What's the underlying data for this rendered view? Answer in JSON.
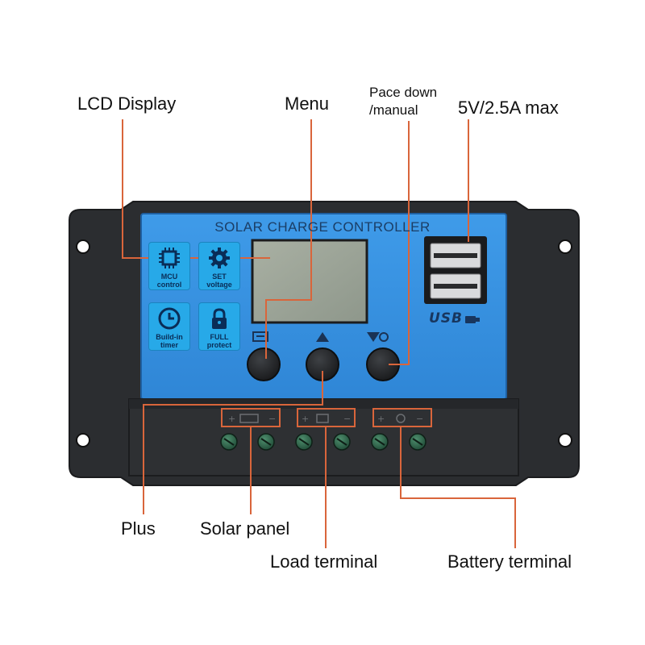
{
  "device": {
    "panel_title": "SOLAR CHARGE CONTROLLER",
    "usb_logo": "USB",
    "badges": [
      {
        "icon": "chip-icon",
        "line1": "MCU",
        "line2": "control"
      },
      {
        "icon": "gear-icon",
        "line1": "SET",
        "line2": "voltage"
      },
      {
        "icon": "clock-icon",
        "line1": "Build-in",
        "line2": "timer"
      },
      {
        "icon": "lock-icon",
        "line1": "FULL",
        "line2": "protect"
      }
    ],
    "buttons": [
      "menu-button",
      "up-button",
      "down-manual-button"
    ],
    "colors": {
      "body": "#2b2d30",
      "face": "#3a8fe0",
      "callout_line": "#d9653b",
      "lcd": "#9fa89a"
    }
  },
  "callouts": {
    "lcd_display": "LCD Display",
    "menu": "Menu",
    "pace_down_line1": "Pace down",
    "pace_down_line2": "/manual",
    "usb_rating": "5V/2.5A max",
    "plus": "Plus",
    "solar_panel": "Solar panel",
    "load_terminal": "Load terminal",
    "battery_terminal": "Battery terminal"
  }
}
